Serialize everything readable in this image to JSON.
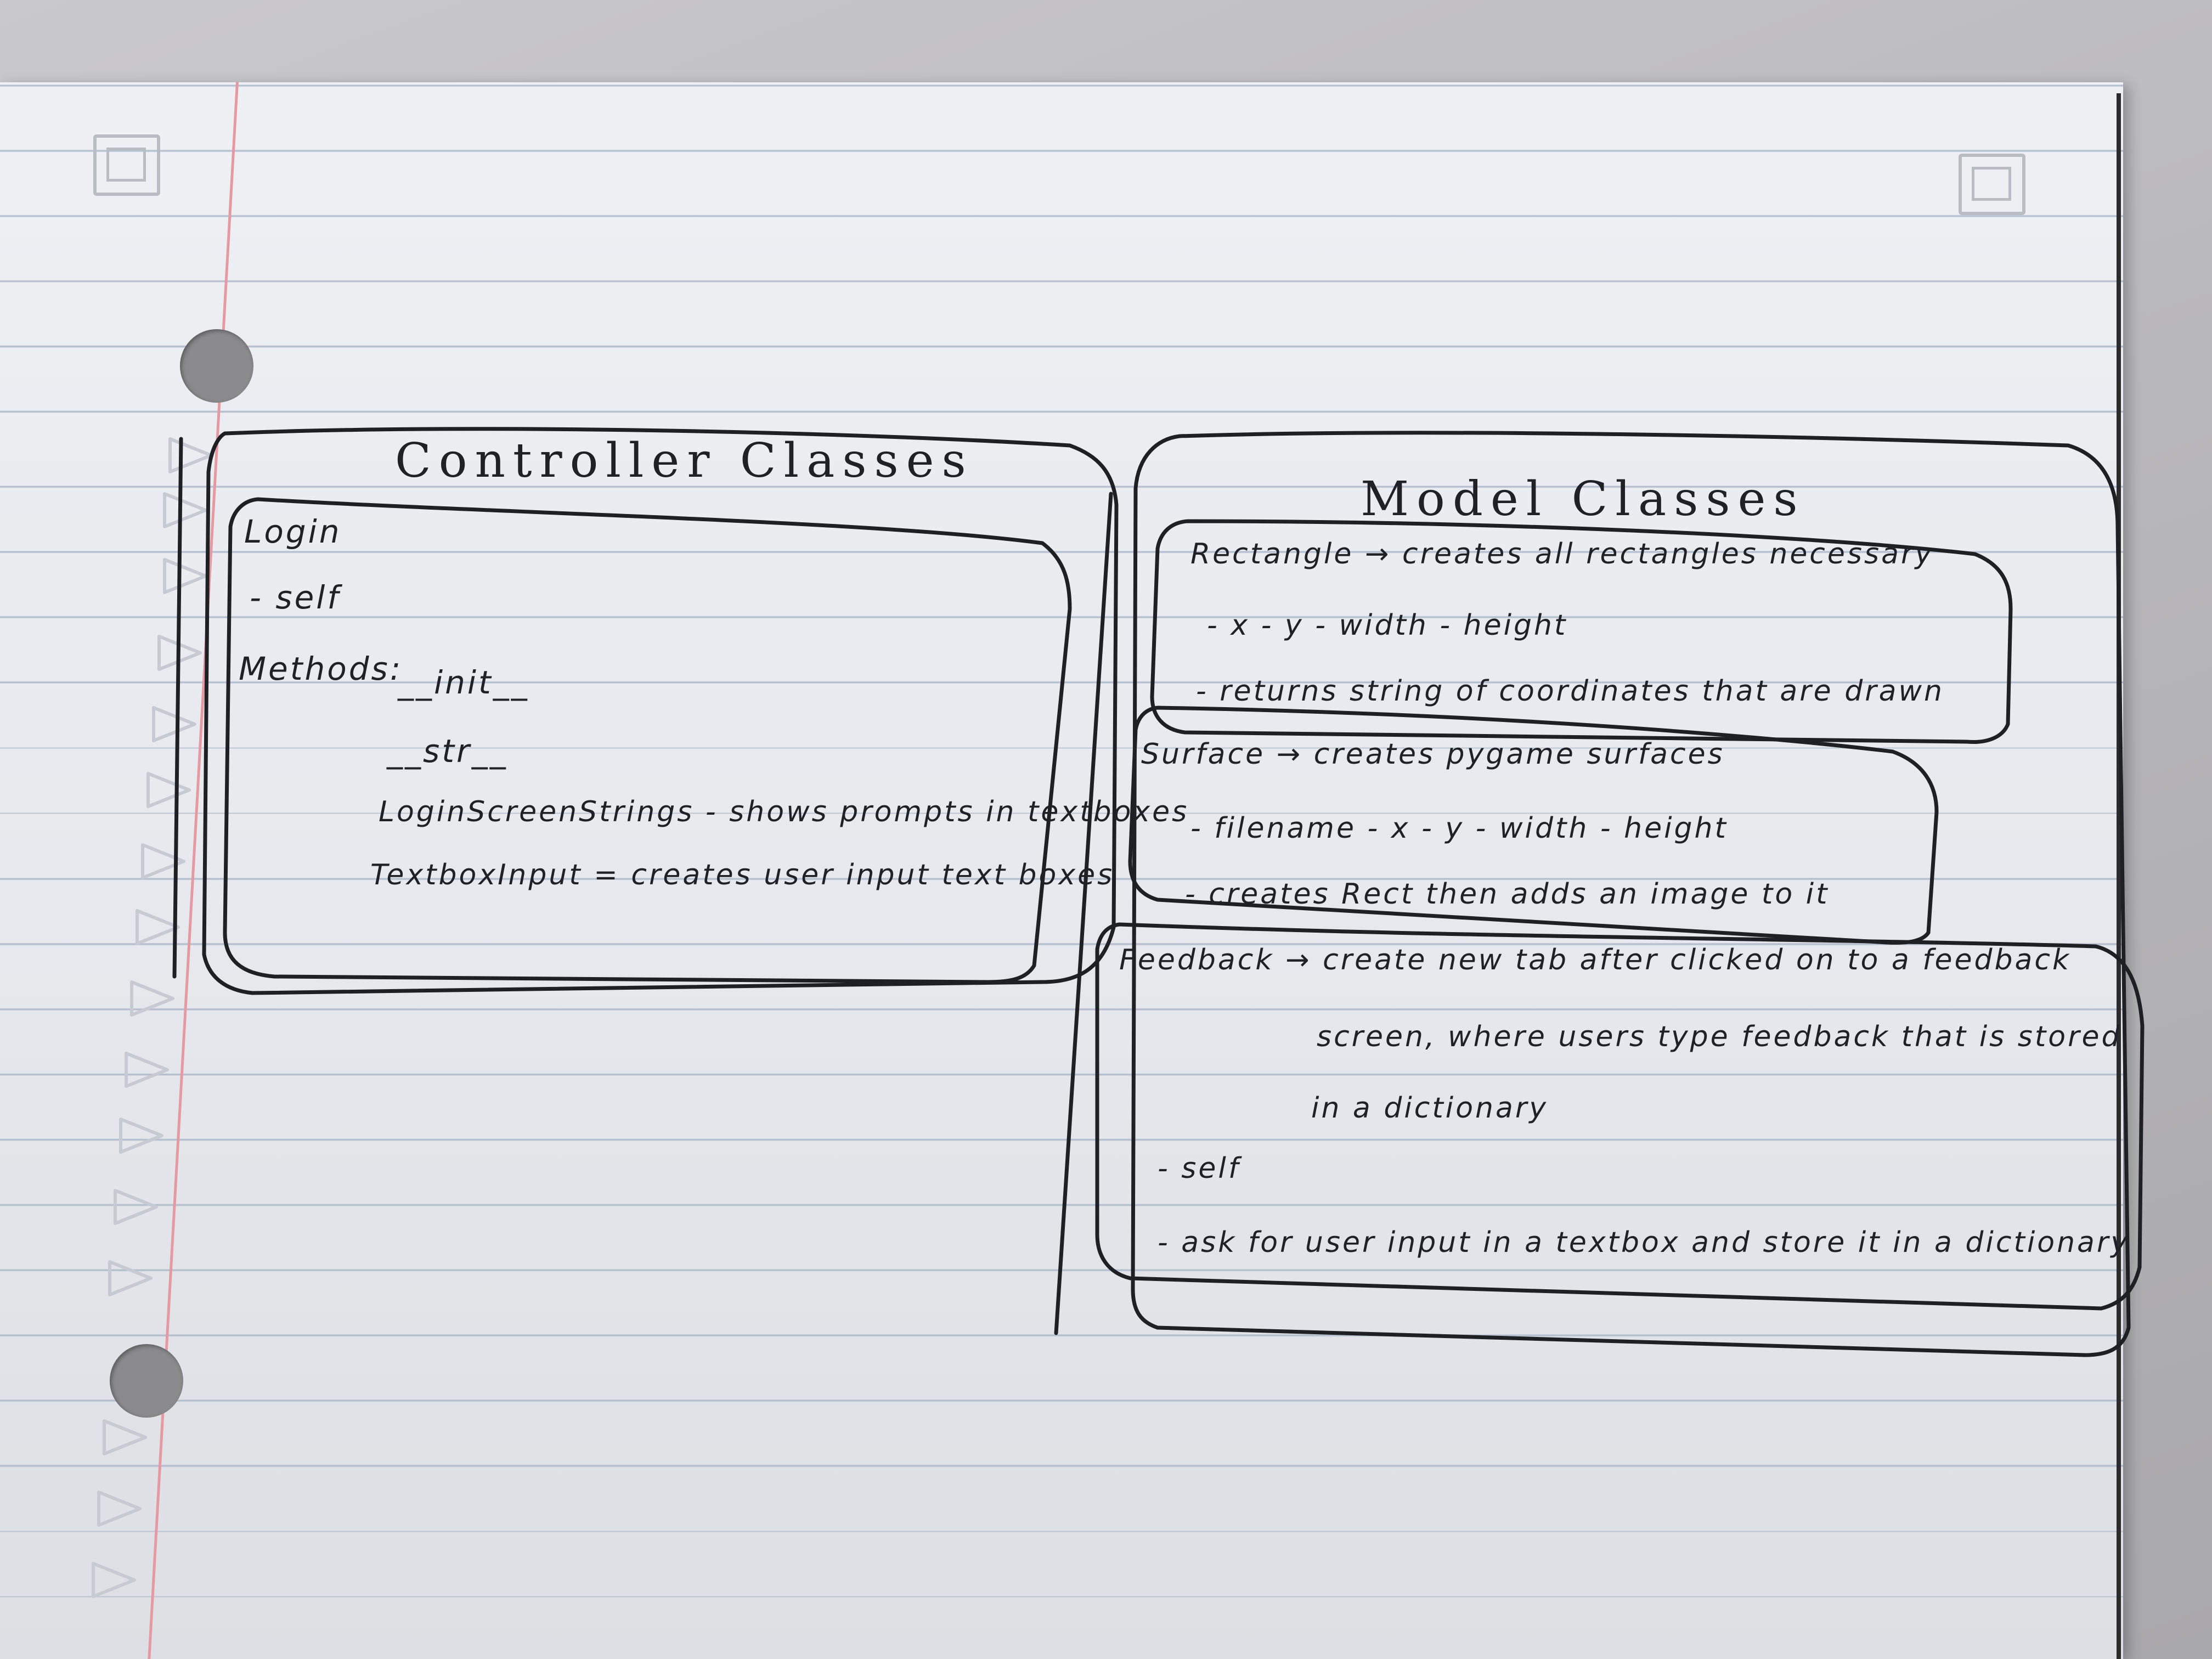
{
  "controller": {
    "title": "Controller Classes",
    "class_name": "Login",
    "attribute": "- self",
    "methods_label": "Methods:",
    "methods": [
      "__init__",
      "__str__",
      "LoginScreenStrings - shows prompts in textboxes",
      "TextboxInput = creates user input text boxes"
    ]
  },
  "model": {
    "title": "Model Classes",
    "rectangle": {
      "header": "Rectangle → creates all rectangles necessary",
      "attributes": "- x     - y     - width     - height",
      "method": "- returns string of coordinates that are drawn"
    },
    "surface": {
      "header": "Surface → creates pygame surfaces",
      "attributes": "- filename   - x   - y   - width   - height",
      "method": "- creates Rect then adds an image to it"
    },
    "feedback": {
      "header": "Feedback → create new tab after clicked on to a feedback",
      "line2": "screen, where users type feedback that is stored",
      "line3": "in a dictionary",
      "attribute": "- self",
      "method": "- ask for user input in a textbox and store it in a dictionary"
    }
  }
}
